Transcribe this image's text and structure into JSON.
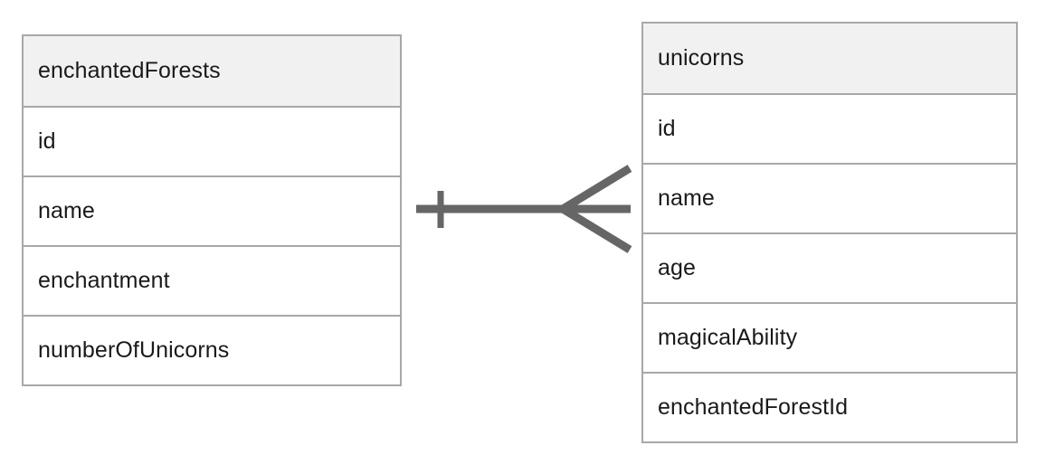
{
  "diagram": {
    "type": "entity-relationship-diagram",
    "notation": "crows-foot",
    "background_color": "#ffffff",
    "border_color": "#a8a8a8",
    "header_fill": "#f1f1f1",
    "text_color": "#1a1a1a",
    "connector_color": "#666666"
  },
  "entities": [
    {
      "name": "enchantedForests",
      "title": "enchantedForests",
      "fields": [
        {
          "label": "id"
        },
        {
          "label": "name"
        },
        {
          "label": "enchantment"
        },
        {
          "label": "numberOfUnicorns"
        }
      ]
    },
    {
      "name": "unicorns",
      "title": "unicorns",
      "fields": [
        {
          "label": "id"
        },
        {
          "label": "name"
        },
        {
          "label": "age"
        },
        {
          "label": "magicalAbility"
        },
        {
          "label": "enchantedForestId"
        }
      ]
    }
  ],
  "relationship": {
    "name": "enchantedForests-to-unicorns",
    "from": "enchantedForests",
    "to": "unicorns",
    "from_cardinality": "one",
    "to_cardinality": "many",
    "from_marker": "single-tick",
    "to_marker": "crows-foot",
    "color": "#666666"
  }
}
